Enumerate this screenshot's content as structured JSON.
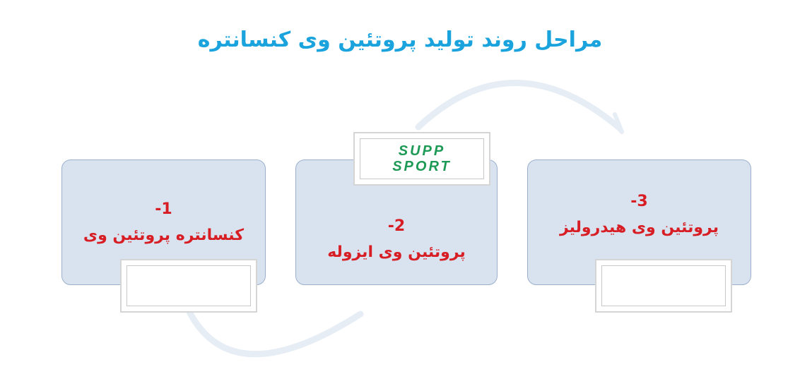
{
  "title": "مراحل روند تولید پروتئین وی کنسانتره",
  "steps": [
    {
      "number": "-1",
      "label": "کنسانتره پروتئین وی"
    },
    {
      "number": "-2",
      "label": "پروتئین وی ایزوله"
    },
    {
      "number": "-3",
      "label": "پروتئین وی هیدرولیز"
    }
  ],
  "logo": {
    "line1": "SUPP",
    "line2": "SPORT"
  },
  "colors": {
    "title": "#1aa3dc",
    "step_text": "#d81e25",
    "box_fill": "#d9e3ef",
    "box_border": "#9cb0cc",
    "arrow": "#e6edf5",
    "logo": "#1d9a56"
  }
}
